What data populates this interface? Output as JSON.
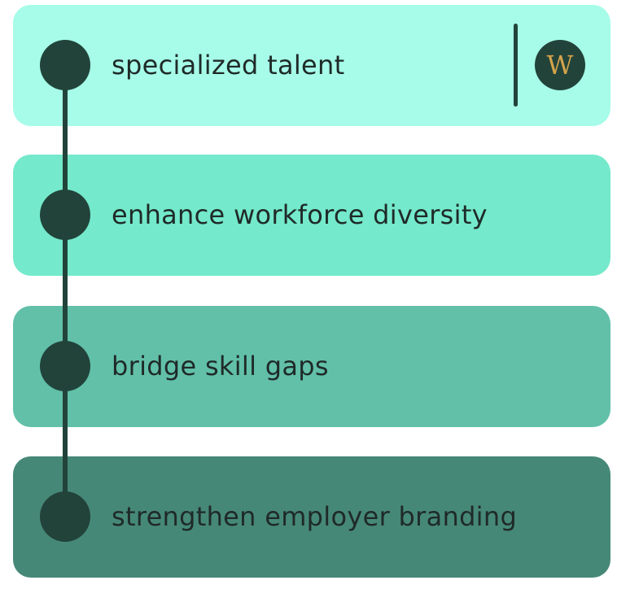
{
  "steps": [
    {
      "label": "specialized talent",
      "color": "#a6fce8"
    },
    {
      "label": "enhance workforce diversity",
      "color": "#74e9cb"
    },
    {
      "label": "bridge skill gaps",
      "color": "#62c0a9"
    },
    {
      "label": "strengthen employer branding",
      "color": "#468877"
    }
  ],
  "logo": {
    "letter": "W",
    "bg": "#22433a",
    "fg": "#d4a34a"
  }
}
